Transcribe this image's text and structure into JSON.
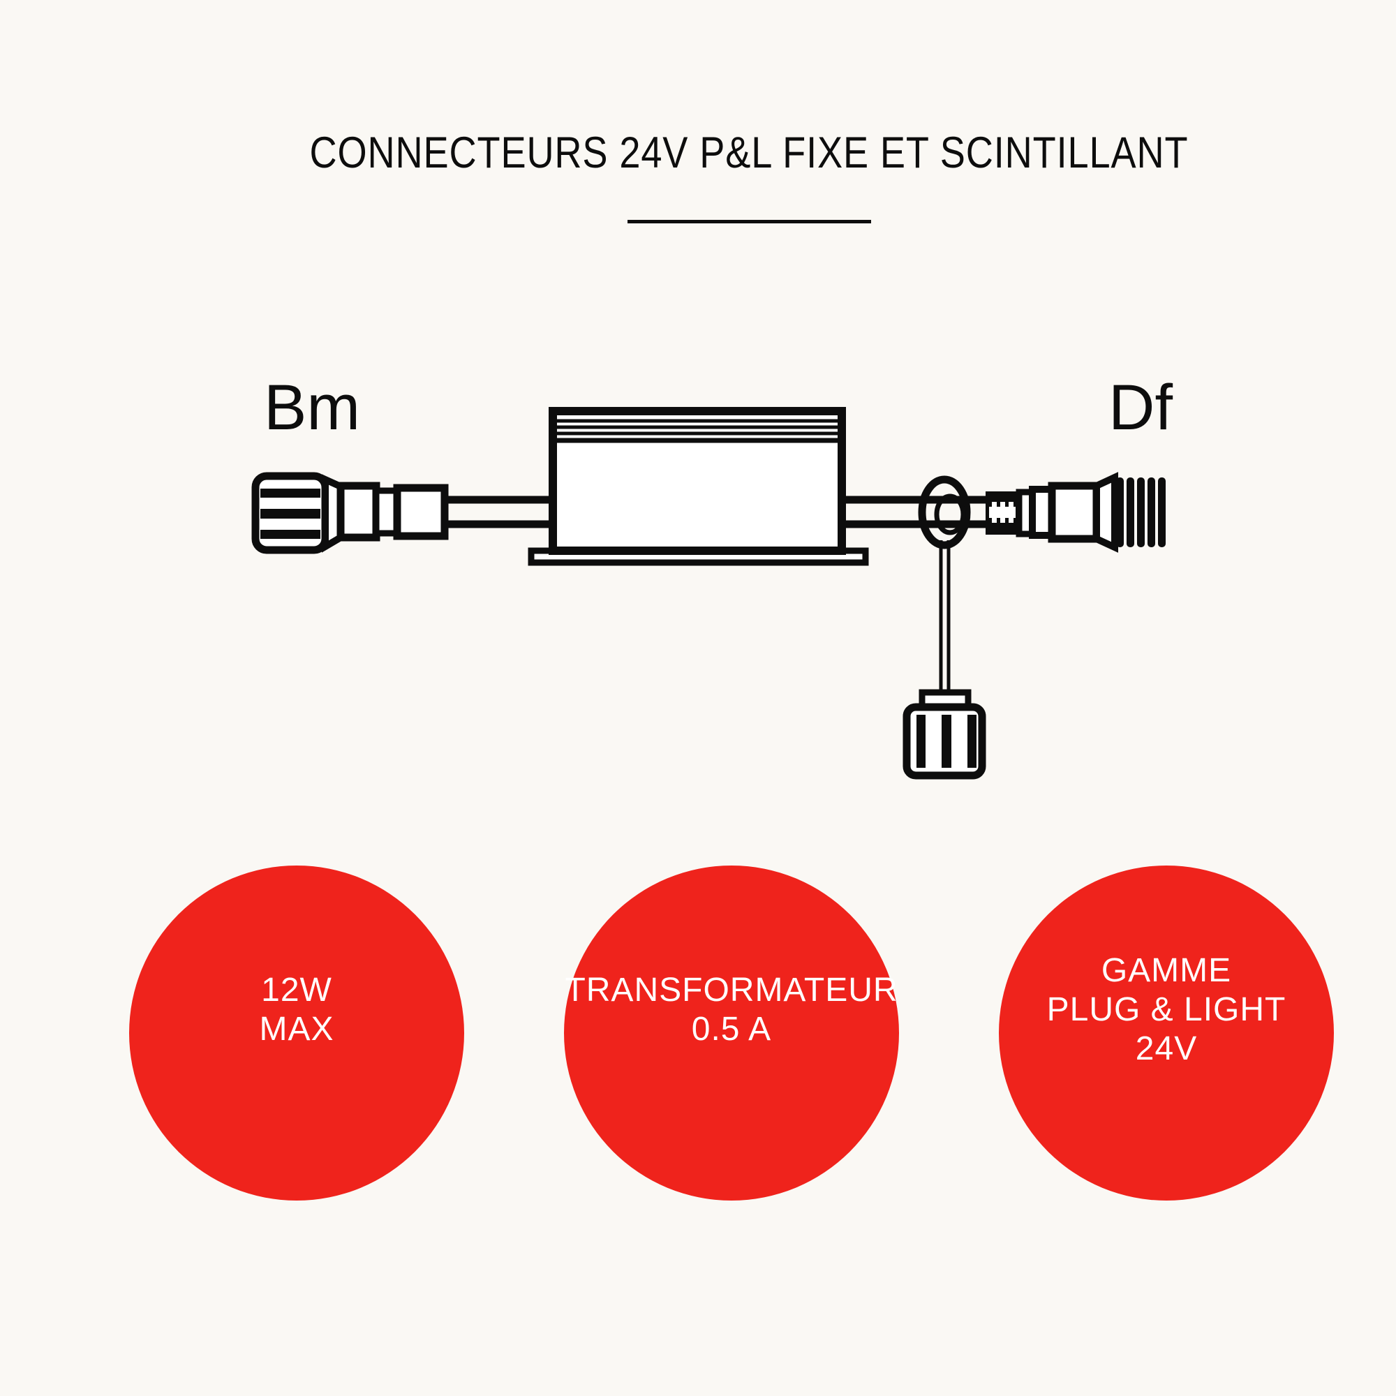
{
  "page": {
    "colors": {
      "background": "#FAF8F4",
      "ink": "#0D0D0D",
      "red": "#EF231C",
      "text_on_red": "#FFFFFF"
    }
  },
  "header": {
    "title": "CONNECTEURS 24V P&L FIXE ET SCINTILLANT"
  },
  "diagram": {
    "left_connector_label": "Bm",
    "right_connector_label": "Df"
  },
  "badges": [
    {
      "id": "max-power",
      "lines": [
        "12W",
        "MAX"
      ]
    },
    {
      "id": "transformer",
      "lines": [
        "TRANSFORMATEUR",
        "0.5 A"
      ]
    },
    {
      "id": "range",
      "lines": [
        "GAMME",
        "PLUG & LIGHT",
        "24V"
      ]
    }
  ]
}
